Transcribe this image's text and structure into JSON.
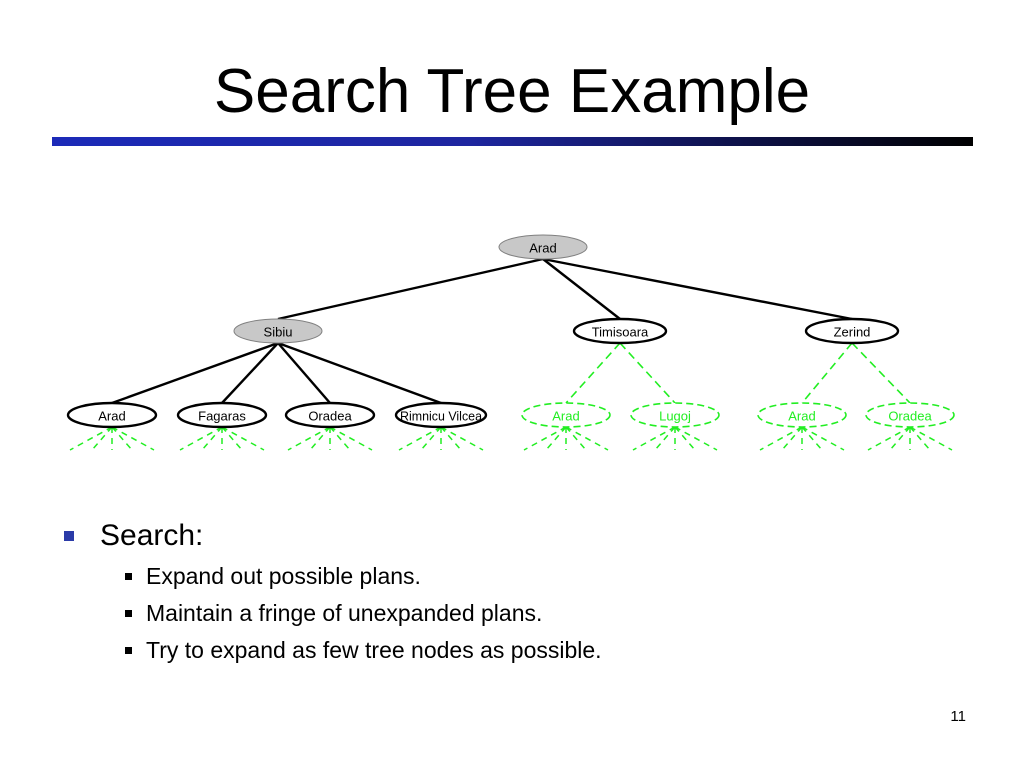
{
  "slide": {
    "title": "Search Tree Example",
    "page_number": "11"
  },
  "bullets": {
    "main": "Search:",
    "items": [
      "Expand out possible plans.",
      "Maintain a fringe of unexpanded plans.",
      "Try to expand as few tree nodes as possible."
    ]
  },
  "tree": {
    "root": {
      "label": "Arad",
      "state": "expanded"
    },
    "level1": [
      {
        "label": "Sibiu",
        "state": "expanded"
      },
      {
        "label": "Timisoara",
        "state": "fringe"
      },
      {
        "label": "Zerind",
        "state": "fringe"
      }
    ],
    "level2": [
      {
        "label": "Arad",
        "parent": "Sibiu",
        "state": "fringe"
      },
      {
        "label": "Fagaras",
        "parent": "Sibiu",
        "state": "fringe"
      },
      {
        "label": "Oradea",
        "parent": "Sibiu",
        "state": "fringe"
      },
      {
        "label": "Rimnicu Vilcea",
        "parent": "Sibiu",
        "state": "fringe"
      },
      {
        "label": "Arad",
        "parent": "Timisoara",
        "state": "unexplored"
      },
      {
        "label": "Lugoj",
        "parent": "Timisoara",
        "state": "unexplored"
      },
      {
        "label": "Arad",
        "parent": "Zerind",
        "state": "unexplored"
      },
      {
        "label": "Oradea",
        "parent": "Zerind",
        "state": "unexplored"
      }
    ],
    "colors": {
      "expanded_fill": "#c8c8c8",
      "expanded_stroke": "#808080",
      "fringe_fill": "#ffffff",
      "fringe_stroke": "#000000",
      "unexplored": "#22ee22",
      "edge": "#000000"
    }
  }
}
